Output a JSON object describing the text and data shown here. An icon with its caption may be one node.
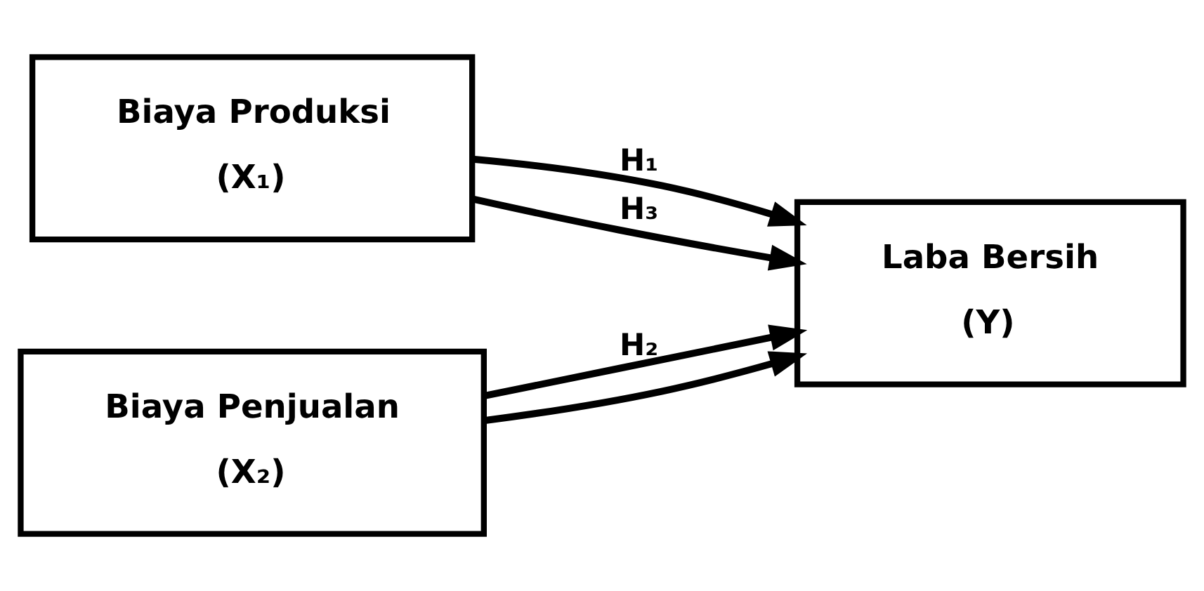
{
  "diagram": {
    "nodes": [
      {
        "text": [
          "Biaya Produksi",
          "(X₁)"
        ]
      },
      {
        "text": [
          "Biaya Penjualan",
          "(X₂)"
        ]
      },
      {
        "text": [
          "Laba Bersih",
          "(Y)"
        ]
      }
    ],
    "edges": [
      {
        "from": 0,
        "to": 2,
        "arrow": "to",
        "label": "H₁"
      },
      {
        "from": 1,
        "to": 2,
        "arrow": "to",
        "label": "H₂"
      },
      {
        "from": 0,
        "to": 2,
        "arrow": "to",
        "label": "H₃"
      },
      {
        "from": 1,
        "to": 2,
        "arrow": "to"
      }
    ]
  }
}
